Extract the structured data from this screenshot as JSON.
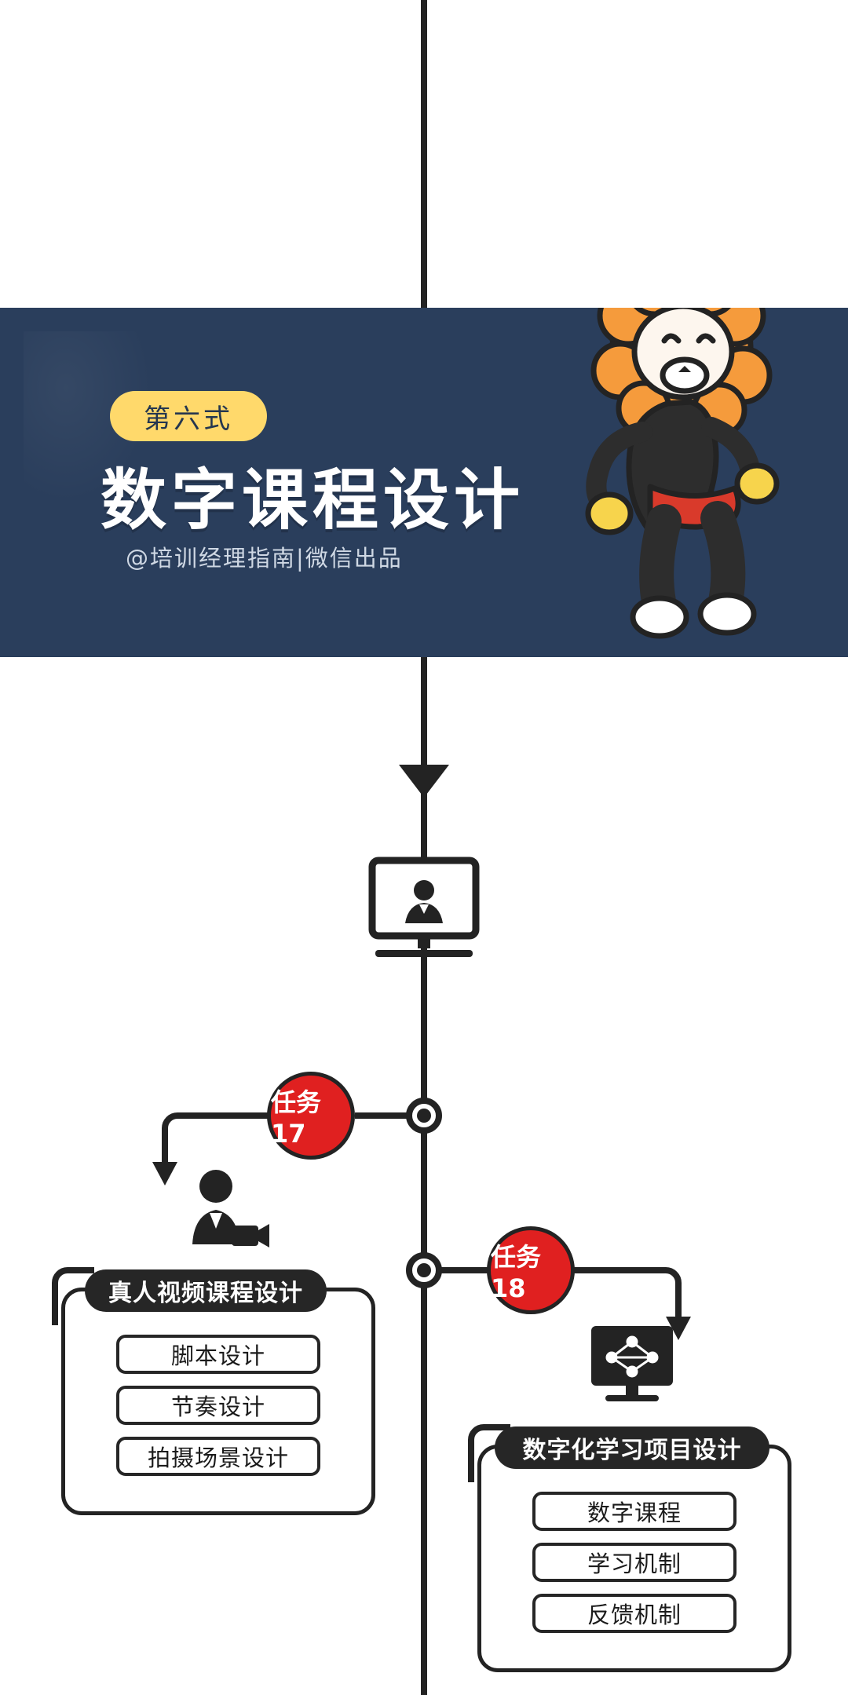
{
  "banner": {
    "badge": "第六式",
    "title": "数字课程设计",
    "subtitle": "@培训经理指南|微信出品",
    "bg_color": "#2a3e5c",
    "badge_color": "#ffd96b",
    "title_color": "#ffffff"
  },
  "flow": {
    "accent_red": "#e02020",
    "line_color": "#232323",
    "tasks": [
      {
        "id": "task-17",
        "label": "任务17",
        "side": "left",
        "icon": "speaker-video-icon",
        "group_title": "真人视频课程设计",
        "items": [
          "脚本设计",
          "节奏设计",
          "拍摄场景设计"
        ]
      },
      {
        "id": "task-18",
        "label": "任务18",
        "side": "right",
        "icon": "network-monitor-icon",
        "group_title": "数字化学习项目设计",
        "items": [
          "数字课程",
          "学习机制",
          "反馈机制"
        ]
      }
    ],
    "top_icon": "presenter-monitor-icon"
  }
}
